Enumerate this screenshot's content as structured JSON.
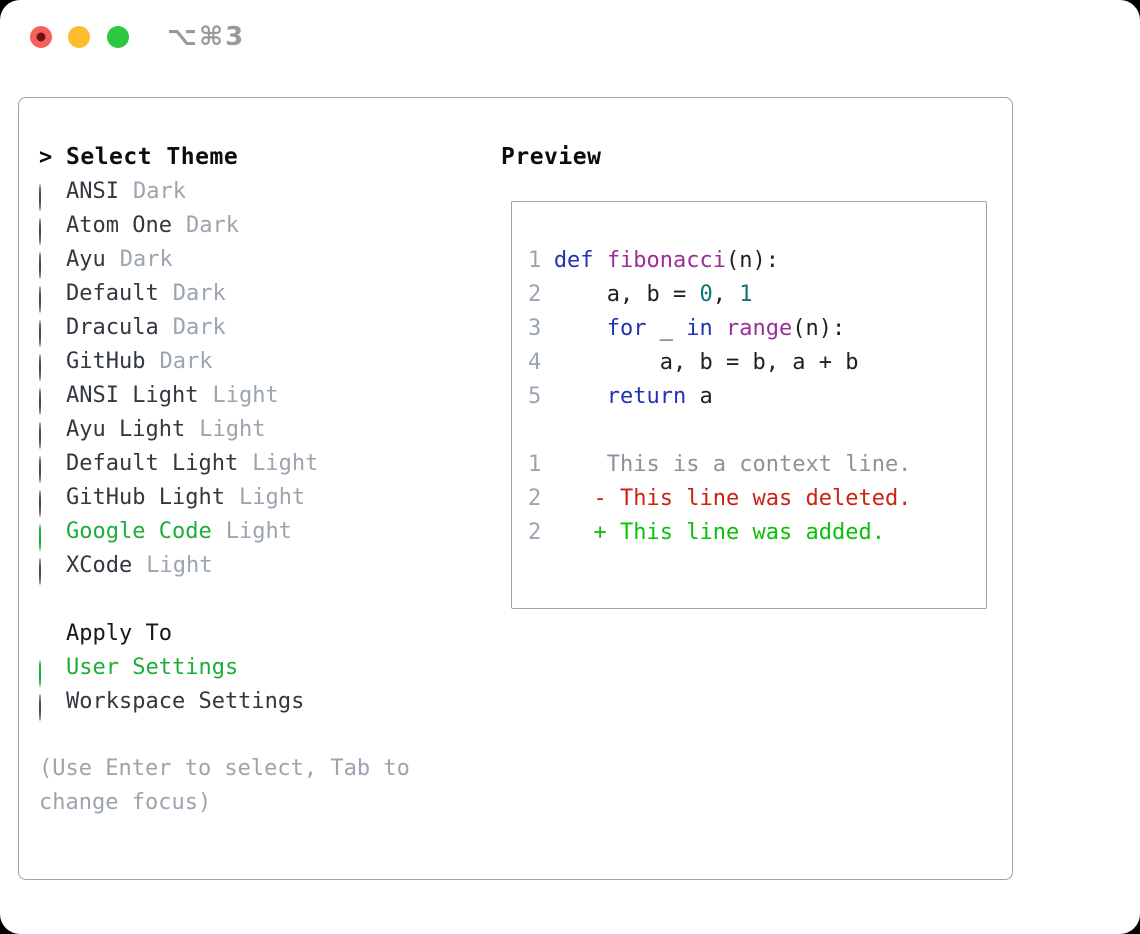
{
  "window": {
    "title": "⌥⌘3",
    "traffic_lights": {
      "close": "#f8605a",
      "close_dot": "#6d1210",
      "minimize": "#fdbc2e",
      "zoom": "#2bc840"
    }
  },
  "colors": {
    "selection_green": "#1cad3b",
    "ui_text": "#31383f",
    "muted": "#9ba4af",
    "panel_border": "#9aa2ac"
  },
  "theme_picker": {
    "prompt": ">",
    "title": "Select Theme",
    "items": [
      {
        "label": "ANSI",
        "variant": "Dark",
        "selected": false
      },
      {
        "label": "Atom One",
        "variant": "Dark",
        "selected": false
      },
      {
        "label": "Ayu",
        "variant": "Dark",
        "selected": false
      },
      {
        "label": "Default",
        "variant": "Dark",
        "selected": false
      },
      {
        "label": "Dracula",
        "variant": "Dark",
        "selected": false
      },
      {
        "label": "GitHub",
        "variant": "Dark",
        "selected": false
      },
      {
        "label": "ANSI Light",
        "variant": "Light",
        "selected": false
      },
      {
        "label": "Ayu Light",
        "variant": "Light",
        "selected": false
      },
      {
        "label": "Default Light",
        "variant": "Light",
        "selected": false
      },
      {
        "label": "GitHub Light",
        "variant": "Light",
        "selected": false
      },
      {
        "label": "Google Code",
        "variant": "Light",
        "selected": true
      },
      {
        "label": "XCode",
        "variant": "Light",
        "selected": false
      }
    ],
    "apply_to": {
      "title": "Apply To",
      "options": [
        {
          "label": "User Settings",
          "selected": true
        },
        {
          "label": "Workspace Settings",
          "selected": false
        }
      ]
    },
    "hint": "(Use Enter to select, Tab to change focus)"
  },
  "preview": {
    "title": "Preview",
    "colors": {
      "kw": "#2431b4",
      "fn": "#9a2f9a",
      "lit": "#0d7474",
      "pln": "#1d2025",
      "ctx": "#8b929c",
      "del": "#cc2211",
      "add": "#0ac00a",
      "num": "#9aa5b1"
    },
    "lines": [
      {
        "num": "1",
        "tokens": [
          [
            "kw",
            "def"
          ],
          [
            "pln",
            " "
          ],
          [
            "fn",
            "fibonacci"
          ],
          [
            "pln",
            "(n):"
          ]
        ]
      },
      {
        "num": "2",
        "tokens": [
          [
            "pln",
            "    a, b = "
          ],
          [
            "lit",
            "0"
          ],
          [
            "pln",
            ", "
          ],
          [
            "lit",
            "1"
          ]
        ]
      },
      {
        "num": "3",
        "tokens": [
          [
            "pln",
            "    "
          ],
          [
            "kw",
            "for"
          ],
          [
            "pln",
            " _ "
          ],
          [
            "kw",
            "in"
          ],
          [
            "pln",
            " "
          ],
          [
            "fn",
            "range"
          ],
          [
            "pln",
            "(n):"
          ]
        ]
      },
      {
        "num": "4",
        "tokens": [
          [
            "pln",
            "        a, b = b, a + b"
          ]
        ]
      },
      {
        "num": "5",
        "tokens": [
          [
            "pln",
            "    "
          ],
          [
            "kw",
            "return"
          ],
          [
            "pln",
            " a"
          ]
        ]
      },
      {
        "num": "",
        "tokens": []
      },
      {
        "num": "1",
        "tokens": [
          [
            "ctx",
            "    This is a context line."
          ]
        ]
      },
      {
        "num": "2",
        "tokens": [
          [
            "del",
            "   - This line was deleted."
          ]
        ]
      },
      {
        "num": "2",
        "tokens": [
          [
            "add",
            "   + This line was added."
          ]
        ]
      }
    ]
  }
}
